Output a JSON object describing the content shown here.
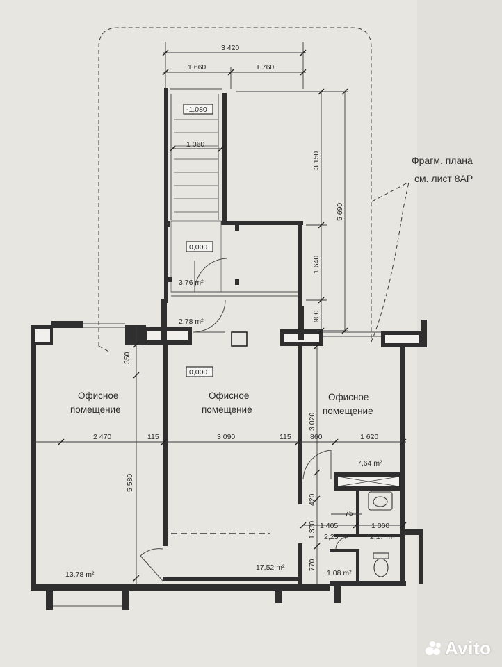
{
  "rooms": {
    "office_left": {
      "line1": "Офисное",
      "line2": "помещение",
      "area": "13,78 m²"
    },
    "office_middle": {
      "line1": "Офисное",
      "line2": "помещение",
      "area": "17,52 m²"
    },
    "office_right": {
      "line1": "Офисное",
      "line2": "помещение",
      "area": "7,64 m²"
    },
    "stair_landing": {
      "area": "3,76 m²"
    },
    "vestibule": {
      "area": "2,78 m²"
    },
    "corridor": {
      "area": "2,23 m²"
    },
    "wc": {
      "area": "2,17 m²"
    },
    "closet": {
      "area": "1,08 m²"
    }
  },
  "levels": {
    "stair_top": "-1.080",
    "landing": "0,000",
    "office": "0,000"
  },
  "dimensions": {
    "top_total": "3 420",
    "top_left": "1 660",
    "top_right": "1 760",
    "stair_width": "1 060",
    "right_upper": "3 150",
    "right_total": "5 690",
    "right_middle": "1 640",
    "right_lower": "900",
    "wall_offset": "350",
    "office_height": "5 580",
    "right_office_height": "3 020",
    "row_2470": "2 470",
    "row_115a": "115",
    "row_3090": "3 090",
    "row_115b": "115",
    "row_860": "860",
    "row_1620": "1 620",
    "v_420": "420",
    "v_75": "75",
    "h_1405": "1 405",
    "h_1000": "1 000",
    "v_1370": "1 370",
    "v_770": "770"
  },
  "note": {
    "line1": "Фрагм. плана",
    "line2": "см. лист 8АР"
  },
  "watermark": {
    "text": "Avito"
  }
}
